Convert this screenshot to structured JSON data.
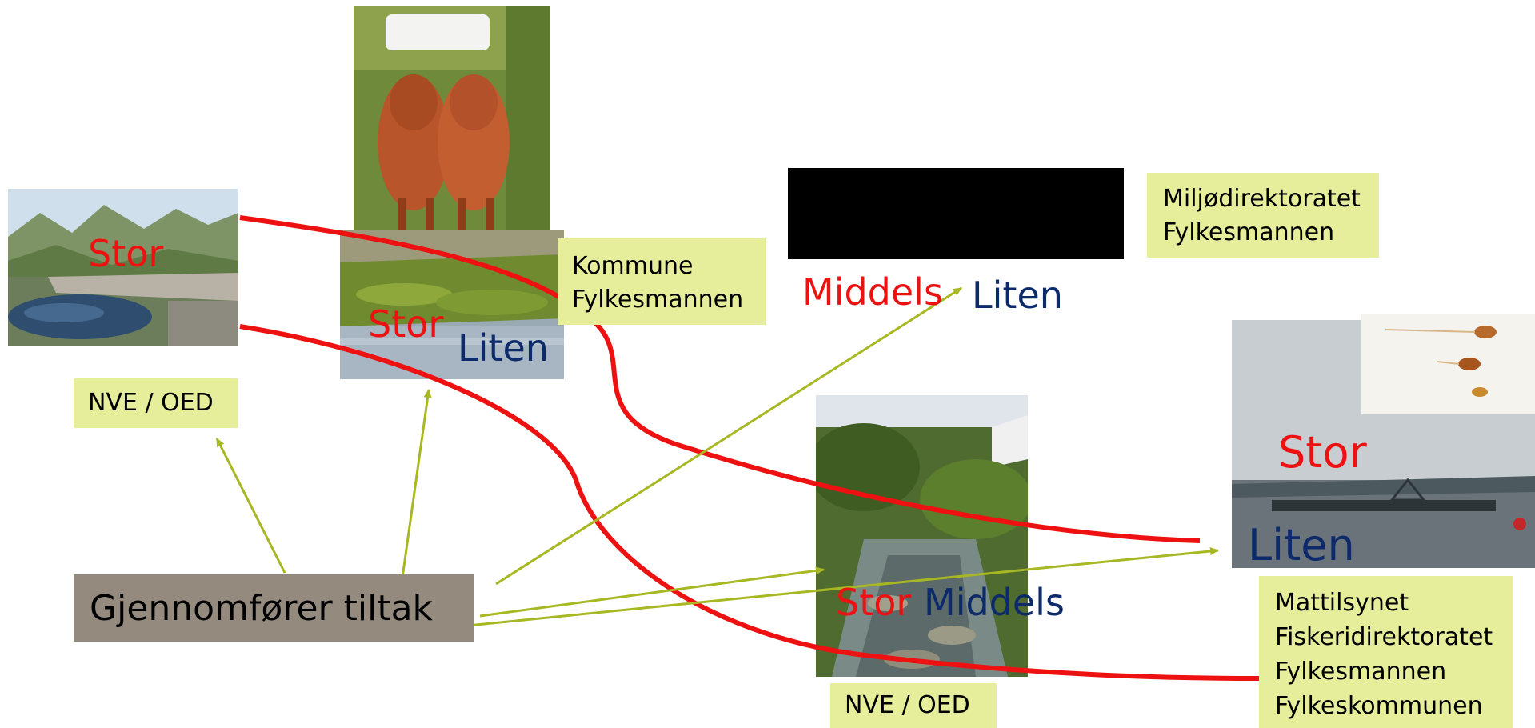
{
  "action": {
    "label": "Gjennomfører tiltak"
  },
  "images": {
    "mountain": {
      "scale_red": "Stor"
    },
    "cattle_pond": {
      "scale_red": "Stor",
      "scale_blue": "Liten"
    },
    "redacted": {
      "scale_red": "Middels",
      "scale_blue": "Liten"
    },
    "river": {
      "scale_red": "Stor",
      "scale_blue": "Middels"
    },
    "fishfarm": {
      "scale_red": "Stor",
      "scale_blue": "Liten"
    }
  },
  "authorities": {
    "mountain": [
      "NVE / OED"
    ],
    "cattle_pond": [
      "Kommune",
      "Fylkesmannen"
    ],
    "redacted": [
      "Miljødirektoratet",
      "Fylkesmannen"
    ],
    "river": [
      "NVE / OED"
    ],
    "fishfarm": [
      "Mattilsynet",
      "Fiskeridirektoratet",
      "Fylkesmannen",
      "Fylkeskommunen"
    ]
  },
  "colors": {
    "red_curve": "#ee1111",
    "arrow": "#a8b822",
    "label_bg": "#e6ee9c",
    "action_bg": "#958a7e",
    "blue_text": "#0d2a6b"
  }
}
